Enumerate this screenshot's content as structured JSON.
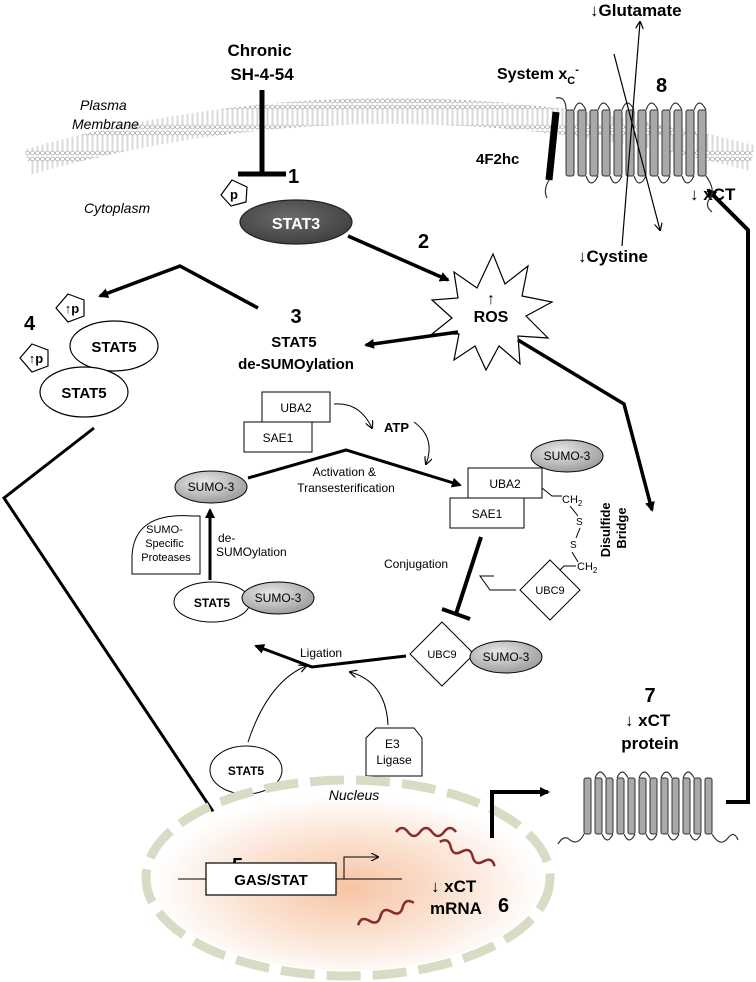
{
  "compartments": {
    "plasma_membrane": [
      "Plasma",
      "Membrane"
    ],
    "cytoplasm": "Cytoplasm",
    "nucleus": "Nucleus"
  },
  "drug": [
    "Chronic",
    "SH-4-54"
  ],
  "steps": [
    "1",
    "2",
    "3",
    "4",
    "5",
    "6",
    "7",
    "8"
  ],
  "phospho": "p",
  "up_phospho": "↑p",
  "stat3": "STAT3",
  "ros": {
    "arrow": "↑",
    "label": "ROS"
  },
  "step3_label": [
    "STAT5",
    "de-SUMOylation"
  ],
  "stat5": "STAT5",
  "sumo_cycle": {
    "uba2": "UBA2",
    "sae1": "SAE1",
    "atp": "ATP",
    "sumo3": "SUMO-3",
    "activation": [
      "Activation &",
      "Transesterification"
    ],
    "ch2": "CH",
    "ch2_sub": "2",
    "s": "S",
    "disulfide": [
      "Disulfide",
      "Bridge"
    ],
    "conjugation": "Conjugation",
    "ubc9": "UBC9",
    "ligation": "Ligation",
    "e3": [
      "E3",
      "Ligase"
    ],
    "desumo": [
      "de-",
      "SUMOylation"
    ],
    "proteases": [
      "SUMO-",
      "Specific",
      "Proteases"
    ]
  },
  "transporter": {
    "system": "System x",
    "system_sub": "C",
    "system_sup": "-",
    "heavy_chain": "4F2hc",
    "glutamate": "↓Glutamate",
    "cystine": "↓Cystine",
    "xct": "↓ xCT"
  },
  "promoter": "GAS/STAT",
  "mrna": [
    "↓ xCT",
    "mRNA"
  ],
  "protein": [
    "↓ xCT",
    "protein"
  ]
}
